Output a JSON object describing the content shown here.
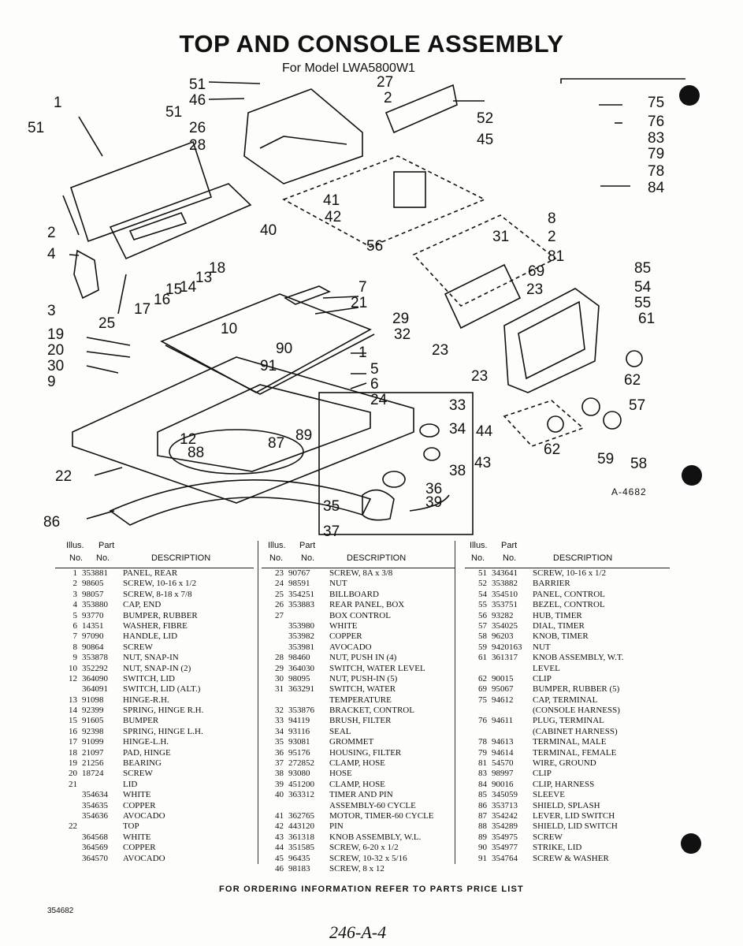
{
  "title": "TOP AND CONSOLE ASSEMBLY",
  "subtitle": "For Model LWA5800W1",
  "ref_code": "A-4682",
  "footer": "FOR ORDERING INFORMATION REFER TO PARTS PRICE LIST",
  "doc_number": "354682",
  "handwritten": "246-A-4",
  "callouts": [
    "51",
    "46",
    "27",
    "2",
    "51",
    "26",
    "28",
    "1",
    "51",
    "52",
    "45",
    "75",
    "76",
    "83",
    "79",
    "78",
    "84",
    "41",
    "42",
    "40",
    "56",
    "2",
    "4",
    "3",
    "25",
    "18",
    "13",
    "15",
    "14",
    "16",
    "17",
    "7",
    "21",
    "10",
    "90",
    "91",
    "19",
    "20",
    "30",
    "9",
    "1",
    "5",
    "6",
    "24",
    "31",
    "69",
    "23",
    "32",
    "23",
    "29",
    "23",
    "8",
    "2",
    "81",
    "85",
    "54",
    "55",
    "61",
    "62",
    "57",
    "44",
    "59",
    "58",
    "62",
    "43",
    "33",
    "34",
    "38",
    "36",
    "35",
    "39",
    "37",
    "12",
    "87",
    "89",
    "88",
    "22",
    "86"
  ],
  "table_headers": {
    "illus": "Illus.",
    "no": "No.",
    "part": "Part",
    "desc": "DESCRIPTION"
  },
  "columns": [
    [
      [
        "1",
        "353881",
        "PANEL, REAR"
      ],
      [
        "2",
        "98605",
        "SCREW, 10-16 x 1/2"
      ],
      [
        "3",
        "98057",
        "SCREW, 8-18 x 7/8"
      ],
      [
        "4",
        "353880",
        "CAP, END"
      ],
      [
        "5",
        "93770",
        "BUMPER, RUBBER"
      ],
      [
        "6",
        "14351",
        "WASHER, FIBRE"
      ],
      [
        "7",
        "97090",
        "HANDLE, LID"
      ],
      [
        "8",
        "90864",
        "SCREW"
      ],
      [
        "9",
        "353878",
        "NUT, SNAP-IN"
      ],
      [
        "10",
        "352292",
        "NUT, SNAP-IN (2)"
      ],
      [
        "12",
        "364090",
        "SWITCH, LID"
      ],
      [
        "",
        "364091",
        "SWITCH, LID (ALT.)"
      ],
      [
        "13",
        "91098",
        "HINGE-R.H."
      ],
      [
        "14",
        "92399",
        "SPRING, HINGE R.H."
      ],
      [
        "15",
        "91605",
        "BUMPER"
      ],
      [
        "16",
        "92398",
        "SPRING, HINGE L.H."
      ],
      [
        "17",
        "91099",
        "HINGE-L.H."
      ],
      [
        "18",
        "21097",
        "PAD, HINGE"
      ],
      [
        "19",
        "21256",
        "BEARING"
      ],
      [
        "20",
        "18724",
        "SCREW"
      ],
      [
        "21",
        "",
        "LID"
      ],
      [
        "",
        "354634",
        "WHITE"
      ],
      [
        "",
        "354635",
        "COPPER"
      ],
      [
        "",
        "354636",
        "AVOCADO"
      ],
      [
        "22",
        "",
        "TOP"
      ],
      [
        "",
        "364568",
        "WHITE"
      ],
      [
        "",
        "364569",
        "COPPER"
      ],
      [
        "",
        "364570",
        "AVOCADO"
      ]
    ],
    [
      [
        "23",
        "90767",
        "SCREW, 8A x 3/8"
      ],
      [
        "24",
        "98591",
        "NUT"
      ],
      [
        "25",
        "354251",
        "BILLBOARD"
      ],
      [
        "26",
        "353883",
        "REAR PANEL, BOX"
      ],
      [
        "27",
        "",
        "BOX CONTROL"
      ],
      [
        "",
        "353980",
        "WHITE"
      ],
      [
        "",
        "353982",
        "COPPER"
      ],
      [
        "",
        "353981",
        "AVOCADO"
      ],
      [
        "28",
        "98460",
        "NUT, PUSH IN (4)"
      ],
      [
        "29",
        "364030",
        "SWITCH, WATER LEVEL"
      ],
      [
        "30",
        "98095",
        "NUT, PUSH-IN (5)"
      ],
      [
        "31",
        "363291",
        "SWITCH, WATER"
      ],
      [
        "",
        "",
        "TEMPERATURE"
      ],
      [
        "32",
        "353876",
        "BRACKET, CONTROL"
      ],
      [
        "33",
        "94119",
        "BRUSH, FILTER"
      ],
      [
        "34",
        "93116",
        "SEAL"
      ],
      [
        "35",
        "93081",
        "GROMMET"
      ],
      [
        "36",
        "95176",
        "HOUSING, FILTER"
      ],
      [
        "37",
        "272852",
        "CLAMP, HOSE"
      ],
      [
        "38",
        "93080",
        "HOSE"
      ],
      [
        "39",
        "451200",
        "CLAMP, HOSE"
      ],
      [
        "40",
        "363312",
        "TIMER AND PIN"
      ],
      [
        "",
        "",
        "ASSEMBLY-60 CYCLE"
      ],
      [
        "41",
        "362765",
        "MOTOR, TIMER-60 CYCLE"
      ],
      [
        "42",
        "443120",
        "PIN"
      ],
      [
        "43",
        "361318",
        "KNOB ASSEMBLY, W.L."
      ],
      [
        "44",
        "351585",
        "SCREW, 6-20 x 1/2"
      ],
      [
        "45",
        "96435",
        "SCREW, 10-32 x 5/16"
      ],
      [
        "46",
        "98183",
        "SCREW, 8 x 12"
      ]
    ],
    [
      [
        "51",
        "343641",
        "SCREW, 10-16 x 1/2"
      ],
      [
        "52",
        "353882",
        "BARRIER"
      ],
      [
        "54",
        "354510",
        "PANEL, CONTROL"
      ],
      [
        "55",
        "353751",
        "BEZEL, CONTROL"
      ],
      [
        "56",
        "93282",
        "HUB, TIMER"
      ],
      [
        "57",
        "354025",
        "DIAL, TIMER"
      ],
      [
        "58",
        "96203",
        "KNOB, TIMER"
      ],
      [
        "59",
        "9420163",
        "NUT"
      ],
      [
        "61",
        "361317",
        "KNOB ASSEMBLY, W.T."
      ],
      [
        "",
        "",
        "LEVEL"
      ],
      [
        "62",
        "90015",
        "CLIP"
      ],
      [
        "69",
        "95067",
        "BUMPER, RUBBER (5)"
      ],
      [
        "75",
        "94612",
        "CAP, TERMINAL"
      ],
      [
        "",
        "",
        "(CONSOLE HARNESS)"
      ],
      [
        "76",
        "94611",
        "PLUG, TERMINAL"
      ],
      [
        "",
        "",
        "(CABINET HARNESS)"
      ],
      [
        "78",
        "94613",
        "TERMINAL, MALE"
      ],
      [
        "79",
        "94614",
        "TERMINAL, FEMALE"
      ],
      [
        "81",
        "54570",
        "WIRE, GROUND"
      ],
      [
        "83",
        "98997",
        "CLIP"
      ],
      [
        "84",
        "90016",
        "CLIP, HARNESS"
      ],
      [
        "85",
        "345059",
        "SLEEVE"
      ],
      [
        "86",
        "353713",
        "SHIELD, SPLASH"
      ],
      [
        "87",
        "354242",
        "LEVER, LID SWITCH"
      ],
      [
        "88",
        "354289",
        "SHIELD, LID SWITCH"
      ],
      [
        "89",
        "354975",
        "SCREW"
      ],
      [
        "90",
        "354977",
        "STRIKE, LID"
      ],
      [
        "91",
        "354764",
        "SCREW & WASHER"
      ]
    ]
  ]
}
